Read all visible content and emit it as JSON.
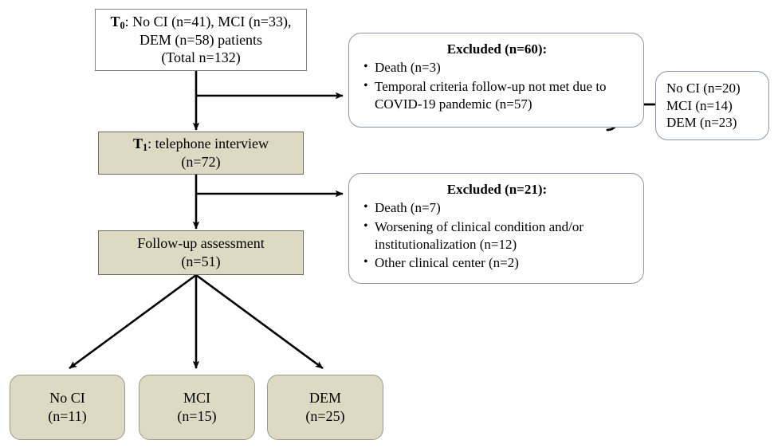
{
  "diagram": {
    "title": "Study participant flow diagram",
    "colors": {
      "fill_beige": "#ddd9c3",
      "border_gray": "#808080",
      "border_blue_gray": "#8a96ab",
      "arrow_black": "#000000",
      "background": "#ffffff"
    },
    "nodes": {
      "baseline": {
        "name": "baseline-cohort-box",
        "label_prefix": "T",
        "label_sub": "0",
        "line1_rest": ": No CI (n=41), MCI (n=33),",
        "line2": "DEM (n=58) patients",
        "line3": "(Total n=132)"
      },
      "excluded_1": {
        "name": "excluded-60-box",
        "title": "Excluded (n=60):",
        "items": [
          "Death (n=3)",
          "Temporal criteria follow-up not met due to COVID-19 pandemic (n=57)"
        ]
      },
      "breakout": {
        "name": "excluded-breakout-box",
        "lines": [
          "No CI (n=20)",
          "MCI (n=14)",
          "DEM (n=23)"
        ]
      },
      "t1": {
        "name": "telephone-interview-box",
        "label_prefix": "T",
        "label_sub": "1",
        "line1_rest": ": telephone interview",
        "line2": "(n=72)"
      },
      "excluded_2": {
        "name": "excluded-21-box",
        "title": "Excluded (n=21):",
        "items": [
          "Death (n=7)",
          "Worsening of clinical condition and/or institutionalization (n=12)",
          "Other clinical center (n=2)"
        ]
      },
      "followup": {
        "name": "follow-up-assessment-box",
        "line1": "Follow-up assessment",
        "line2": "(n=51)"
      },
      "outcomes": [
        {
          "name": "outcome-no-ci-box",
          "line1": "No CI",
          "line2": "(n=11)"
        },
        {
          "name": "outcome-mci-box",
          "line1": "MCI",
          "line2": "(n=15)"
        },
        {
          "name": "outcome-dem-box",
          "line1": "DEM",
          "line2": "(n=25)"
        }
      ]
    },
    "connectors": [
      {
        "name": "arrow-baseline-to-t1",
        "from": "baseline",
        "to": "t1"
      },
      {
        "name": "arrow-baseline-to-excluded-60",
        "from": "baseline",
        "to": "excluded_1"
      },
      {
        "name": "brace-excluded-60-to-breakout",
        "from": "excluded_1",
        "to": "breakout"
      },
      {
        "name": "arrow-t1-to-followup",
        "from": "t1",
        "to": "followup"
      },
      {
        "name": "arrow-t1-to-excluded-21",
        "from": "t1",
        "to": "excluded_2"
      },
      {
        "name": "arrow-followup-to-no-ci",
        "from": "followup",
        "to": "outcome-no-ci"
      },
      {
        "name": "arrow-followup-to-mci",
        "from": "followup",
        "to": "outcome-mci"
      },
      {
        "name": "arrow-followup-to-dem",
        "from": "followup",
        "to": "outcome-dem"
      }
    ]
  }
}
